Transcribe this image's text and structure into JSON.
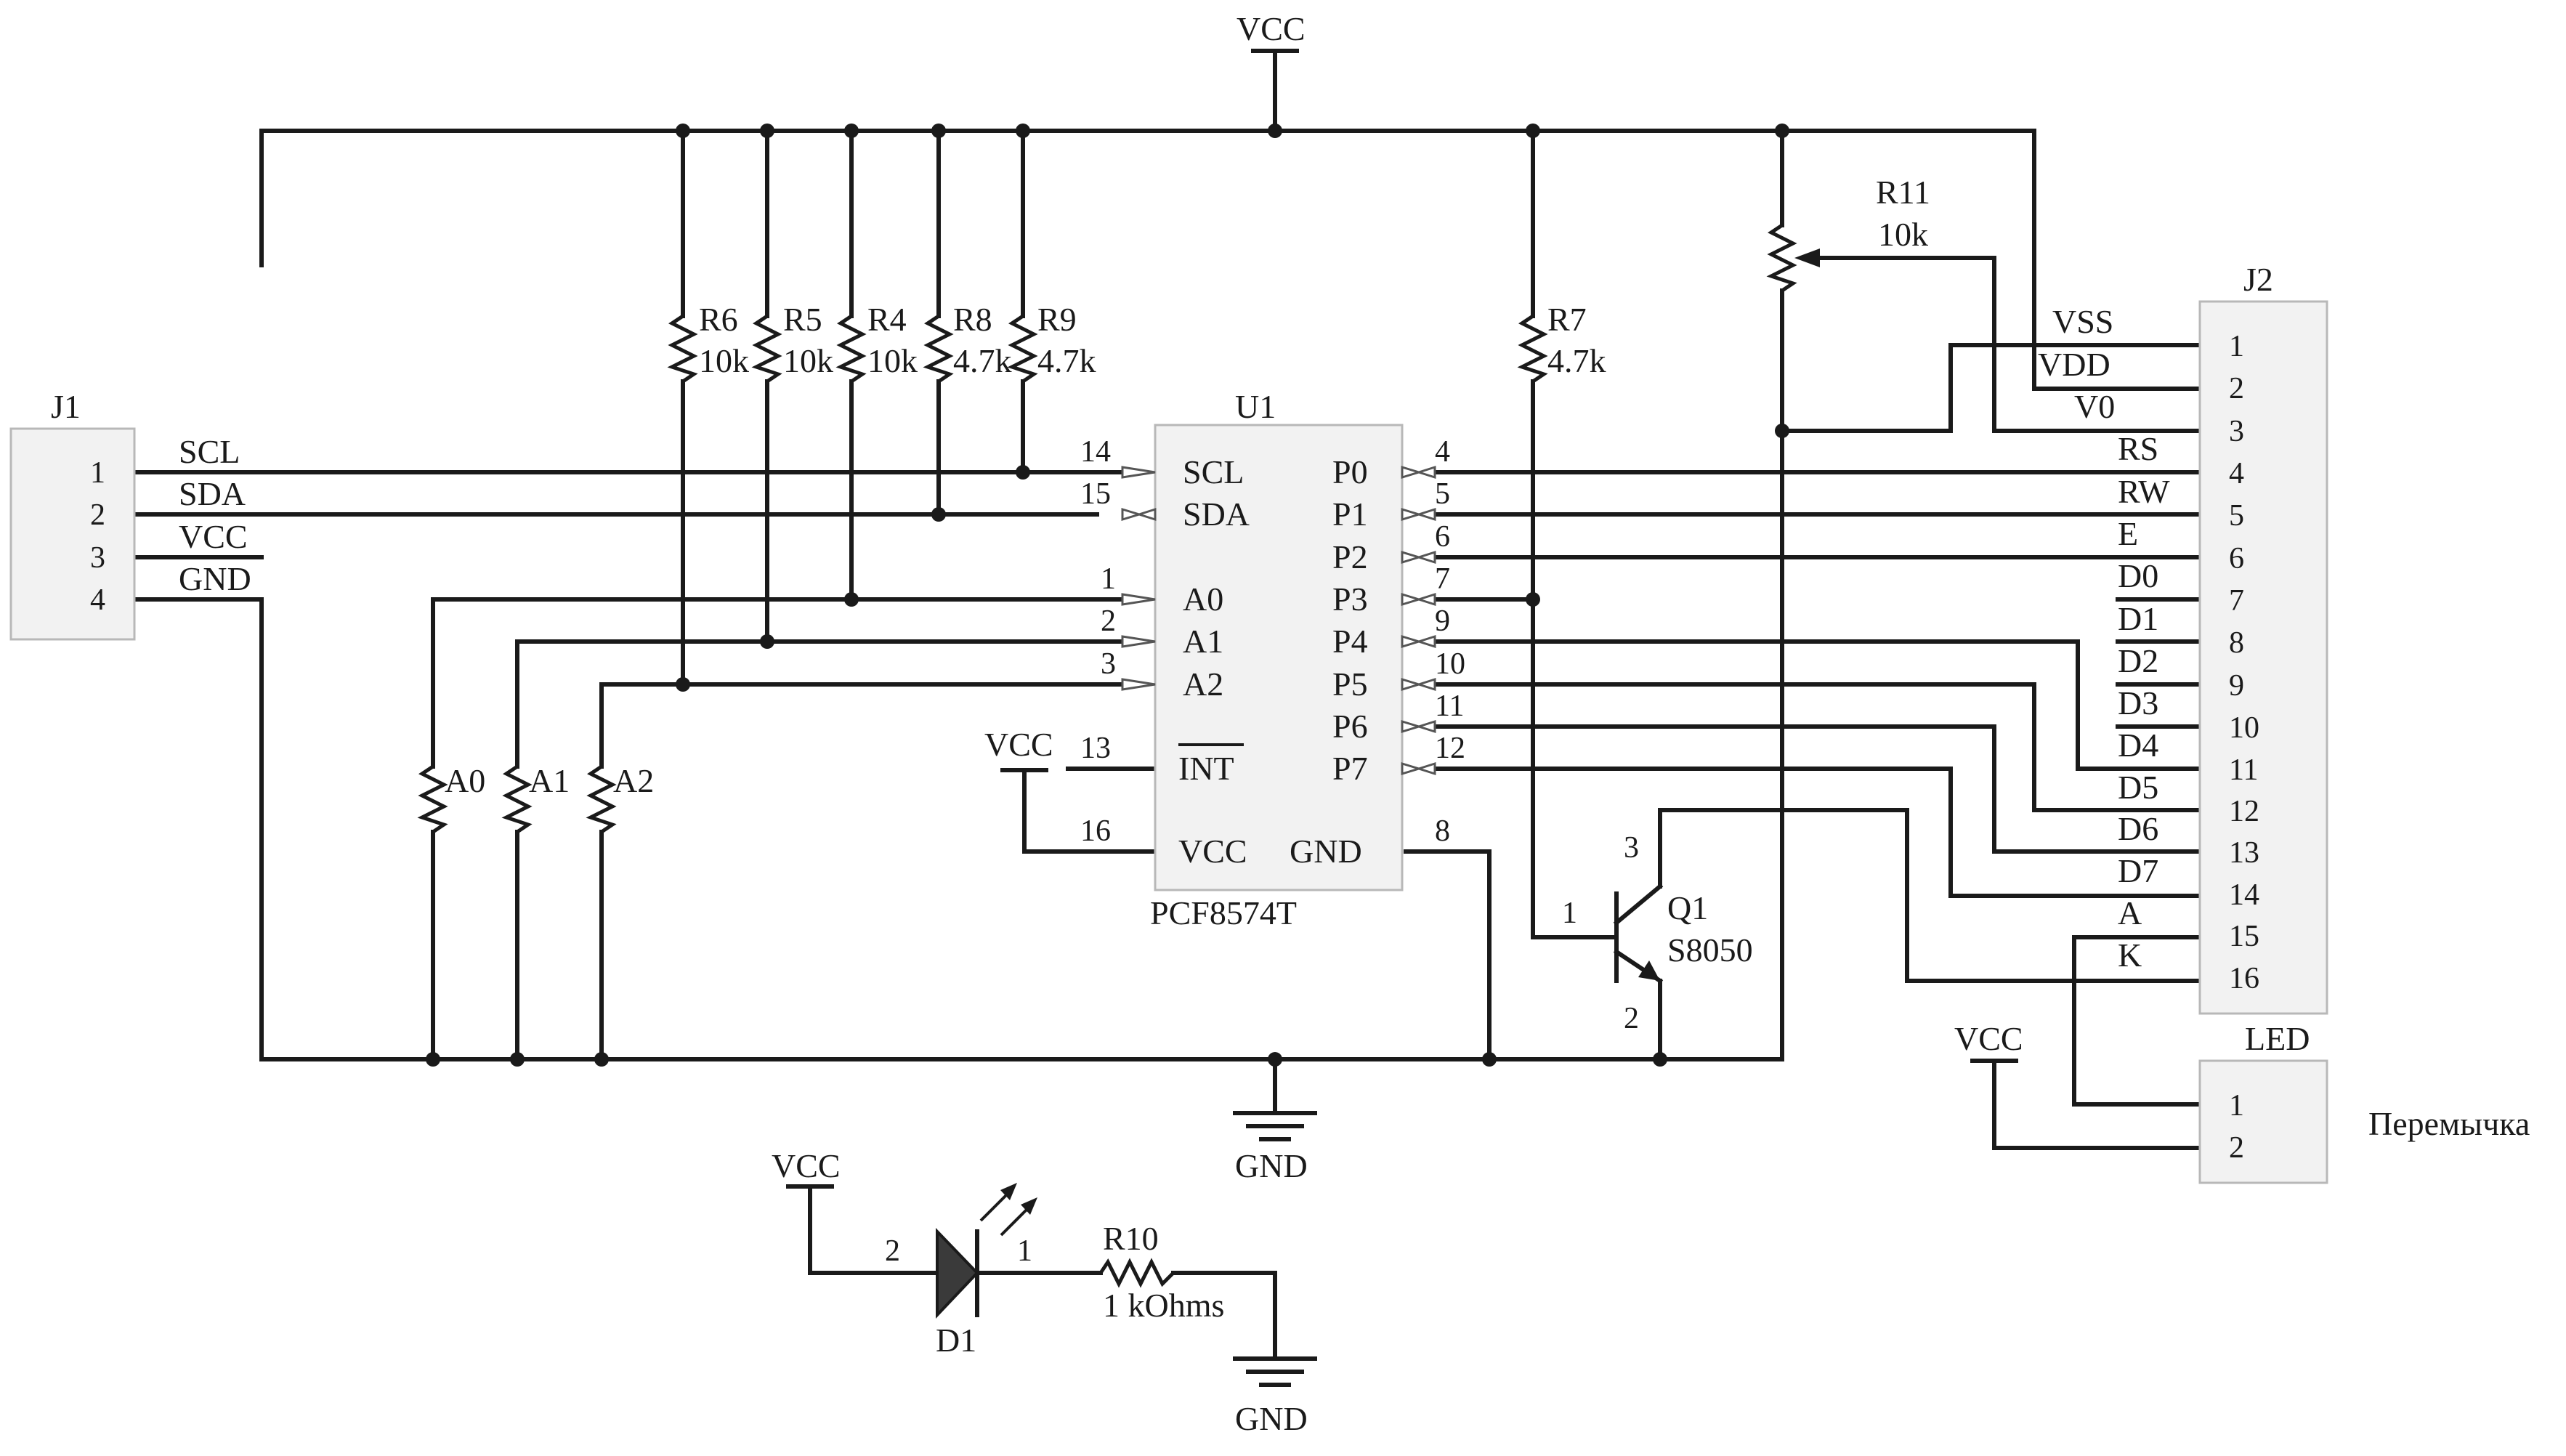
{
  "power": {
    "vcc": "VCC",
    "gnd": "GND"
  },
  "j1": {
    "ref": "J1",
    "pins": [
      "1",
      "2",
      "3",
      "4"
    ],
    "nets": [
      "SCL",
      "SDA",
      "VCC",
      "GND"
    ]
  },
  "u1": {
    "ref": "U1",
    "part": "PCF8574T",
    "left_pins": [
      {
        "num": "14",
        "name": "SCL"
      },
      {
        "num": "15",
        "name": "SDA"
      },
      {
        "num": "1",
        "name": "A0"
      },
      {
        "num": "2",
        "name": "A1"
      },
      {
        "num": "3",
        "name": "A2"
      },
      {
        "num": "13",
        "name": "INT"
      },
      {
        "num": "16",
        "name": "VCC"
      }
    ],
    "right_pins": [
      {
        "num": "4",
        "name": "P0"
      },
      {
        "num": "5",
        "name": "P1"
      },
      {
        "num": "6",
        "name": "P2"
      },
      {
        "num": "7",
        "name": "P3"
      },
      {
        "num": "9",
        "name": "P4"
      },
      {
        "num": "10",
        "name": "P5"
      },
      {
        "num": "11",
        "name": "P6"
      },
      {
        "num": "12",
        "name": "P7"
      },
      {
        "num": "8",
        "name": "GND"
      }
    ]
  },
  "resistors": [
    {
      "ref": "R6",
      "value": "10k"
    },
    {
      "ref": "R5",
      "value": "10k"
    },
    {
      "ref": "R4",
      "value": "10k"
    },
    {
      "ref": "R8",
      "value": "4.7k"
    },
    {
      "ref": "R9",
      "value": "4.7k"
    },
    {
      "ref": "R7",
      "value": "4.7k"
    },
    {
      "ref": "R11",
      "value": "10k"
    },
    {
      "ref": "R10",
      "value": "1 kOhms"
    }
  ],
  "addr_resistors": [
    "A0",
    "A1",
    "A2"
  ],
  "q1": {
    "ref": "Q1",
    "part": "S8050",
    "pins": [
      "1",
      "2",
      "3"
    ]
  },
  "j2": {
    "ref": "J2",
    "pins": [
      "1",
      "2",
      "3",
      "4",
      "5",
      "6",
      "7",
      "8",
      "9",
      "10",
      "11",
      "12",
      "13",
      "14",
      "15",
      "16"
    ],
    "nets": [
      "VSS",
      "VDD",
      "V0",
      "RS",
      "RW",
      "E",
      "D0",
      "D1",
      "D2",
      "D3",
      "D4",
      "D5",
      "D6",
      "D7",
      "A",
      "K"
    ]
  },
  "led_conn": {
    "ref": "LED",
    "pins": [
      "1",
      "2"
    ],
    "note": "Перемычка"
  },
  "d1": {
    "ref": "D1",
    "pins": [
      "2",
      "1"
    ]
  }
}
